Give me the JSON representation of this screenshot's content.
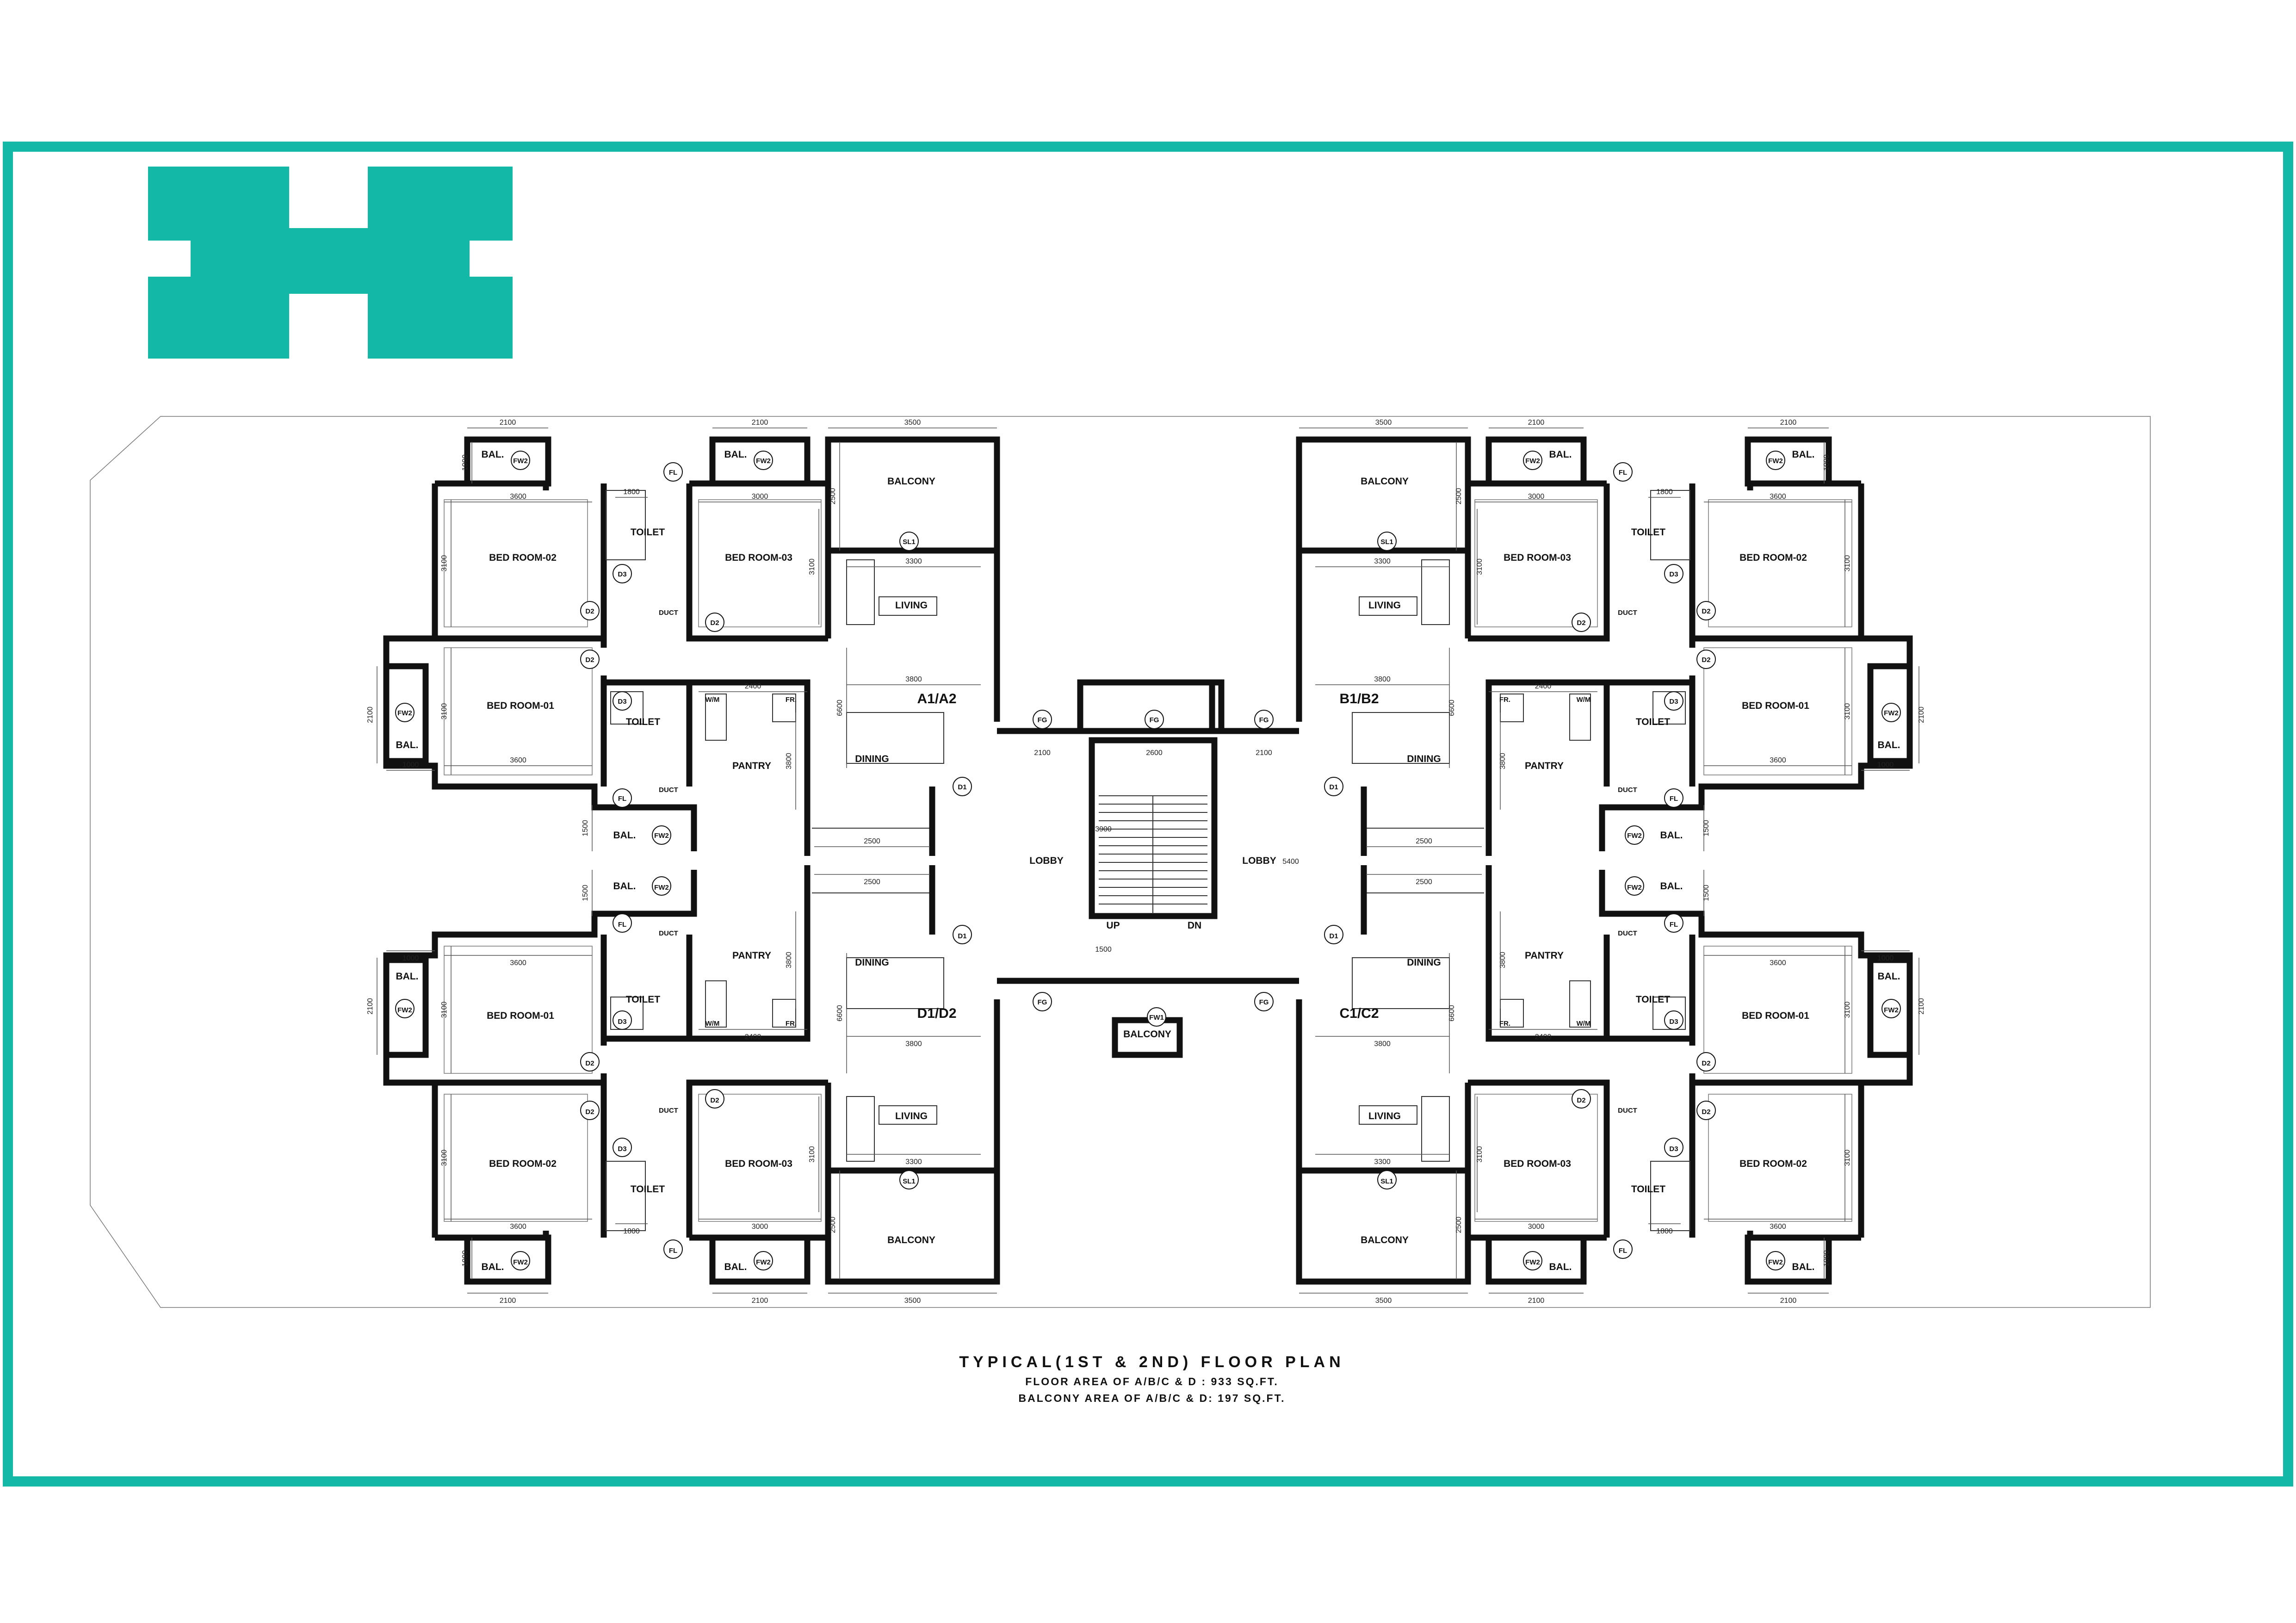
{
  "colors": {
    "frame": "#14b8a6",
    "logo": "#14b8a6",
    "wall": "#111111"
  },
  "logo": {
    "icon": "h-block-logo-icon"
  },
  "drawing": {
    "units": [
      {
        "code": "A1/A2",
        "flipX": false,
        "flipY": false
      },
      {
        "code": "B1/B2",
        "flipX": true,
        "flipY": false
      },
      {
        "code": "D1/D2",
        "flipX": false,
        "flipY": true
      },
      {
        "code": "C1/C2",
        "flipX": true,
        "flipY": true
      }
    ],
    "room_labels": {
      "bed1": "BED ROOM-01",
      "bed2": "BED ROOM-02",
      "bed3": "BED ROOM-03",
      "toilet": "TOILET",
      "pantry": "PANTRY",
      "dining": "DINING",
      "living": "LIVING",
      "balcony": "BALCONY",
      "bal": "BAL.",
      "wm": "W/M",
      "fr": "FR.",
      "duct": "DUCT"
    },
    "door_tags": {
      "d1": "D1",
      "d2": "D2",
      "d3": "D3",
      "fw2": "FW2",
      "fl": "FL",
      "sl1": "SL1"
    },
    "unit_dims": {
      "d3500": "3500",
      "d2100": "2100",
      "d1000": "1000",
      "d2500": "2500",
      "d3100": "3100",
      "d3600": "3600",
      "d3300": "3300",
      "d3800": "3800",
      "d2400": "2400",
      "d6600": "6600",
      "d1800": "1800",
      "d1500": "1500",
      "d3000": "3000",
      "d1200": "1200"
    },
    "core": {
      "lobby": "LOBBY",
      "up": "UP",
      "dn": "DN",
      "balcony": "BALCONY",
      "fg": "FG",
      "fw1": "FW1",
      "d2100": "2100",
      "d2600": "2600",
      "d5400": "5400",
      "d3900": "3900",
      "d1500": "1500"
    }
  },
  "title": {
    "main": "TYPICAL(1ST & 2ND) FLOOR PLAN",
    "floor_area": "FLOOR AREA OF A/B/C & D : 933 SQ.FT.",
    "balcony_area": "BALCONY AREA OF A/B/C & D: 197 SQ.FT."
  }
}
